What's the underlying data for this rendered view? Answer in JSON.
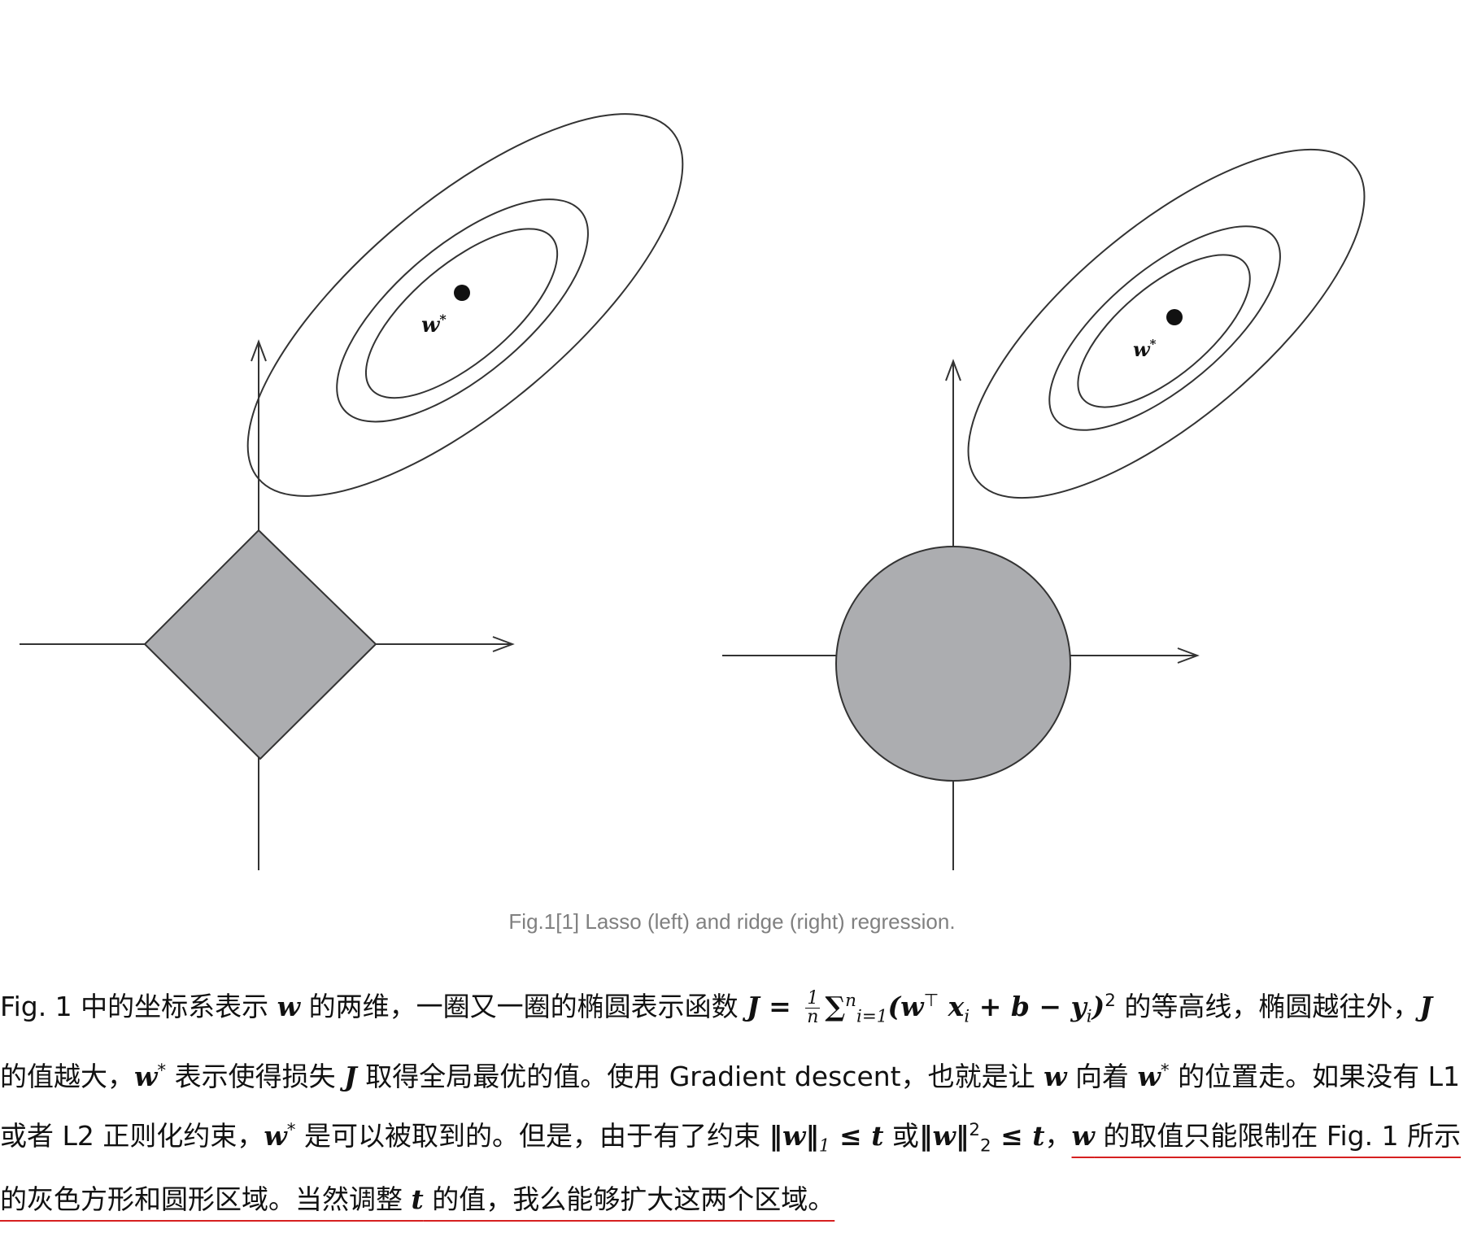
{
  "figure": {
    "left_panel": {
      "name": "lasso",
      "point_label": "w",
      "point_label_sup": "*"
    },
    "right_panel": {
      "name": "ridge",
      "point_label": "w",
      "point_label_sup": "*"
    },
    "colors": {
      "stroke": "#333333",
      "region_fill": "#acadb0",
      "point": "#111111"
    },
    "caption": "Fig.1[1] Lasso (left) and ridge (right) regression."
  },
  "text": {
    "p1": "Fig. 1 中的坐标系表示 ",
    "w1": "w",
    "p2": " 的两维，一圈又一圈的椭圆表示函数 ",
    "formula_lhs": "J = ",
    "frac_num": "1",
    "frac_den": "n",
    "formula_sum": "∑",
    "sum_sub": "i=1",
    "sum_sup": "n",
    "formula_body": "(w",
    "formula_T": "⊤",
    "formula_rest1": " x",
    "formula_xi": "i",
    "formula_rest2": " + b − y",
    "formula_yi": "i",
    "formula_close": ")",
    "formula_pow": "2",
    "p3": " 的等高线，椭圆越往外，",
    "J1": "J",
    "p4": " 的值越大，",
    "wstar1": "w",
    "star1": "*",
    "p5": " 表示使得损失 ",
    "J2": "J",
    "p6": " 取得全局最优的值。使用 Gradient descent，也就是让 ",
    "w2": "w",
    "p7": " 向着 ",
    "wstar2": "w",
    "star2": "*",
    "p8": " 的位置走。如果没有 L1 或者 L2 正则化约束，",
    "wstar3": "w",
    "star3": "*",
    "p9": " 是可以被取到的。但是，由于有了约束 ",
    "norm1": "‖w‖",
    "norm1_sub": "1",
    "le1": " ≤ t",
    "p10": " 或",
    "norm2": "‖w‖",
    "norm2_sup": "2",
    "norm2_sub": "2",
    "le2": " ≤ t",
    "p11": "，",
    "w3": "w",
    "p12": " 的取值只能限制在 Fig. 1 所示的灰色方形和圆形区域。当然调整 ",
    "t1": "t",
    "p13": " 的值，我么能够扩大这两个区域。"
  }
}
